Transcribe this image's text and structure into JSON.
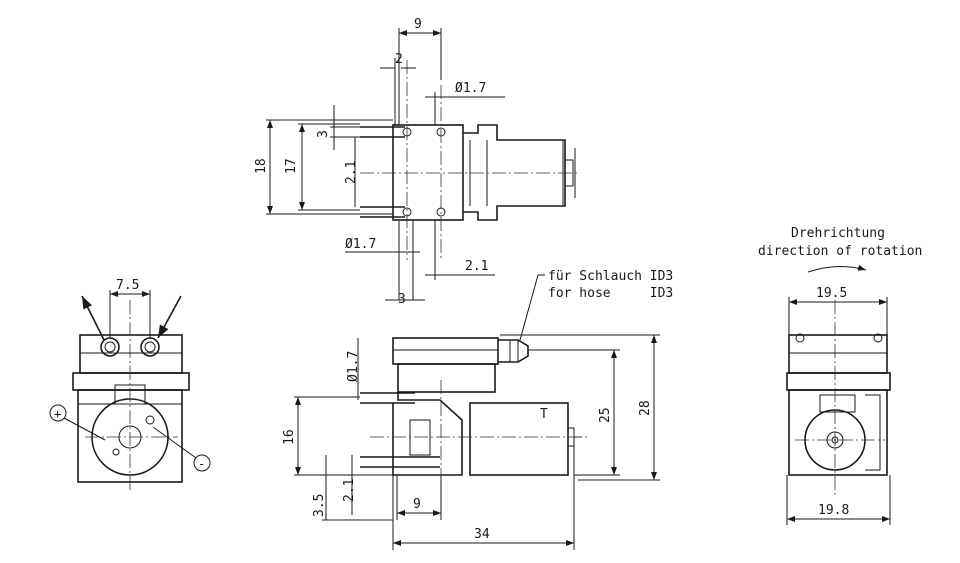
{
  "dims": {
    "d9_top": "9",
    "d2_top": "2",
    "dia_top": "Ø1.7",
    "d3_left": "3",
    "d18": "18",
    "d17": "17",
    "d2_1_left": "2.1",
    "dia_bottom": "Ø1.7",
    "d2_1_bottom": "2.1",
    "d3_bottom": "3",
    "d7_5": "7.5",
    "dia_side": "Ø1.7",
    "d16": "16",
    "d25": "25",
    "d28": "28",
    "d3_5": "3.5",
    "d2_1_side": "2.1",
    "d9_side": "9",
    "d34": "34",
    "d19_5": "19.5",
    "d19_8": "19.8"
  },
  "labels": {
    "hose_de": "für Schlauch ID3",
    "hose_en": "for hose     ID3",
    "rotation_de": "Drehrichtung",
    "rotation_en": "direction of rotation",
    "plus": "+",
    "minus": "-"
  }
}
